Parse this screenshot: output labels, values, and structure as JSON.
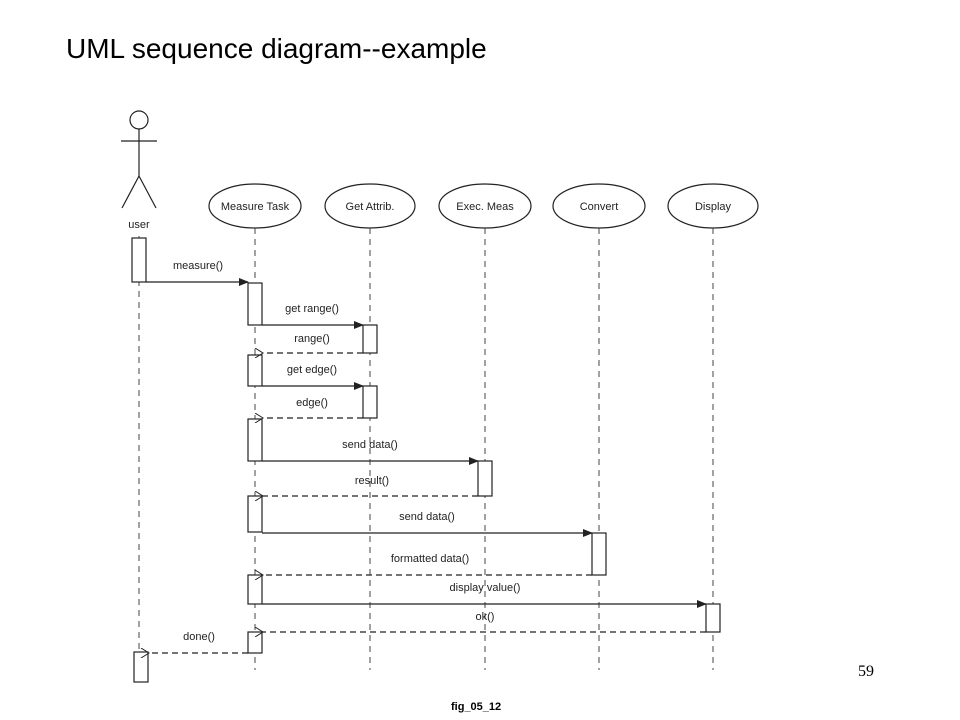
{
  "title": "UML sequence diagram--example",
  "page_number": "59",
  "figure_caption": "fig_05_12",
  "actor": {
    "label": "user"
  },
  "lifelines": [
    {
      "id": "measure-task",
      "label": "Measure Task"
    },
    {
      "id": "get-attrib",
      "label": "Get Attrib."
    },
    {
      "id": "exec-meas",
      "label": "Exec. Meas"
    },
    {
      "id": "convert",
      "label": "Convert"
    },
    {
      "id": "display",
      "label": "Display"
    }
  ],
  "messages": [
    {
      "label": "measure()",
      "from": "user",
      "to": "measure-task",
      "kind": "call"
    },
    {
      "label": "get range()",
      "from": "measure-task",
      "to": "get-attrib",
      "kind": "call"
    },
    {
      "label": "range()",
      "from": "get-attrib",
      "to": "measure-task",
      "kind": "return"
    },
    {
      "label": "get edge()",
      "from": "measure-task",
      "to": "get-attrib",
      "kind": "call"
    },
    {
      "label": "edge()",
      "from": "get-attrib",
      "to": "measure-task",
      "kind": "return"
    },
    {
      "label": "send data()",
      "from": "measure-task",
      "to": "exec-meas",
      "kind": "call"
    },
    {
      "label": "result()",
      "from": "exec-meas",
      "to": "measure-task",
      "kind": "return"
    },
    {
      "label": "send data()",
      "from": "measure-task",
      "to": "convert",
      "kind": "call"
    },
    {
      "label": "formatted data()",
      "from": "convert",
      "to": "measure-task",
      "kind": "return"
    },
    {
      "label": "display value()",
      "from": "measure-task",
      "to": "display",
      "kind": "call"
    },
    {
      "label": "ok()",
      "from": "display",
      "to": "measure-task",
      "kind": "return"
    },
    {
      "label": "done()",
      "from": "measure-task",
      "to": "user",
      "kind": "return"
    }
  ]
}
